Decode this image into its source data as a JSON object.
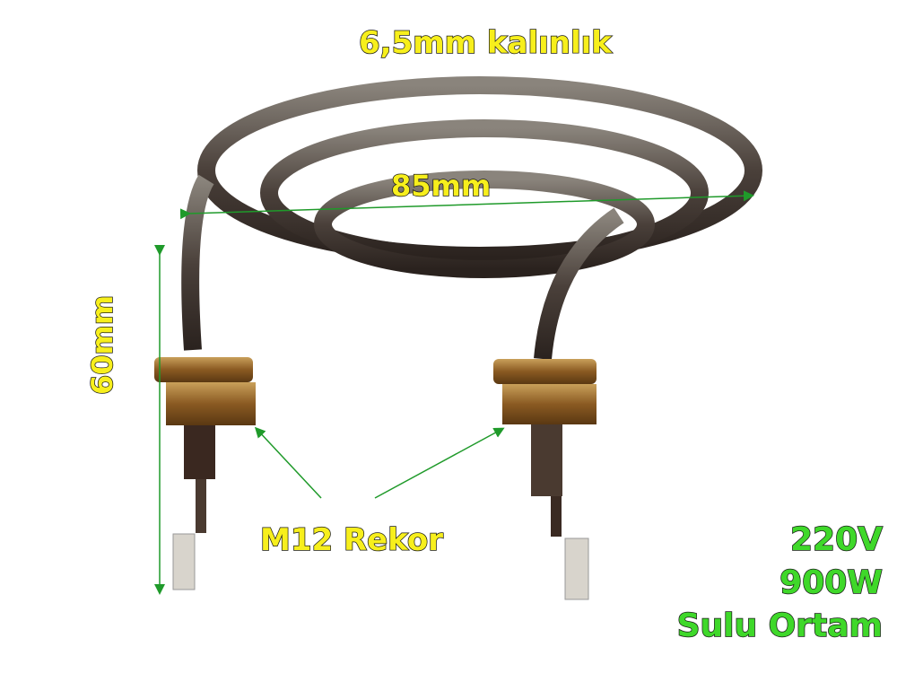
{
  "annotations": {
    "thickness": "6,5mm kalınlık",
    "width": "85mm",
    "height": "60mm",
    "fitting": "M12 Rekor"
  },
  "specs": {
    "voltage": "220V",
    "power": "900W",
    "medium": "Sulu Ortam"
  },
  "colors": {
    "label_yellow": "#f7ef1c",
    "spec_green": "#3fd82a",
    "arrow_green": "#1f9a2a"
  }
}
